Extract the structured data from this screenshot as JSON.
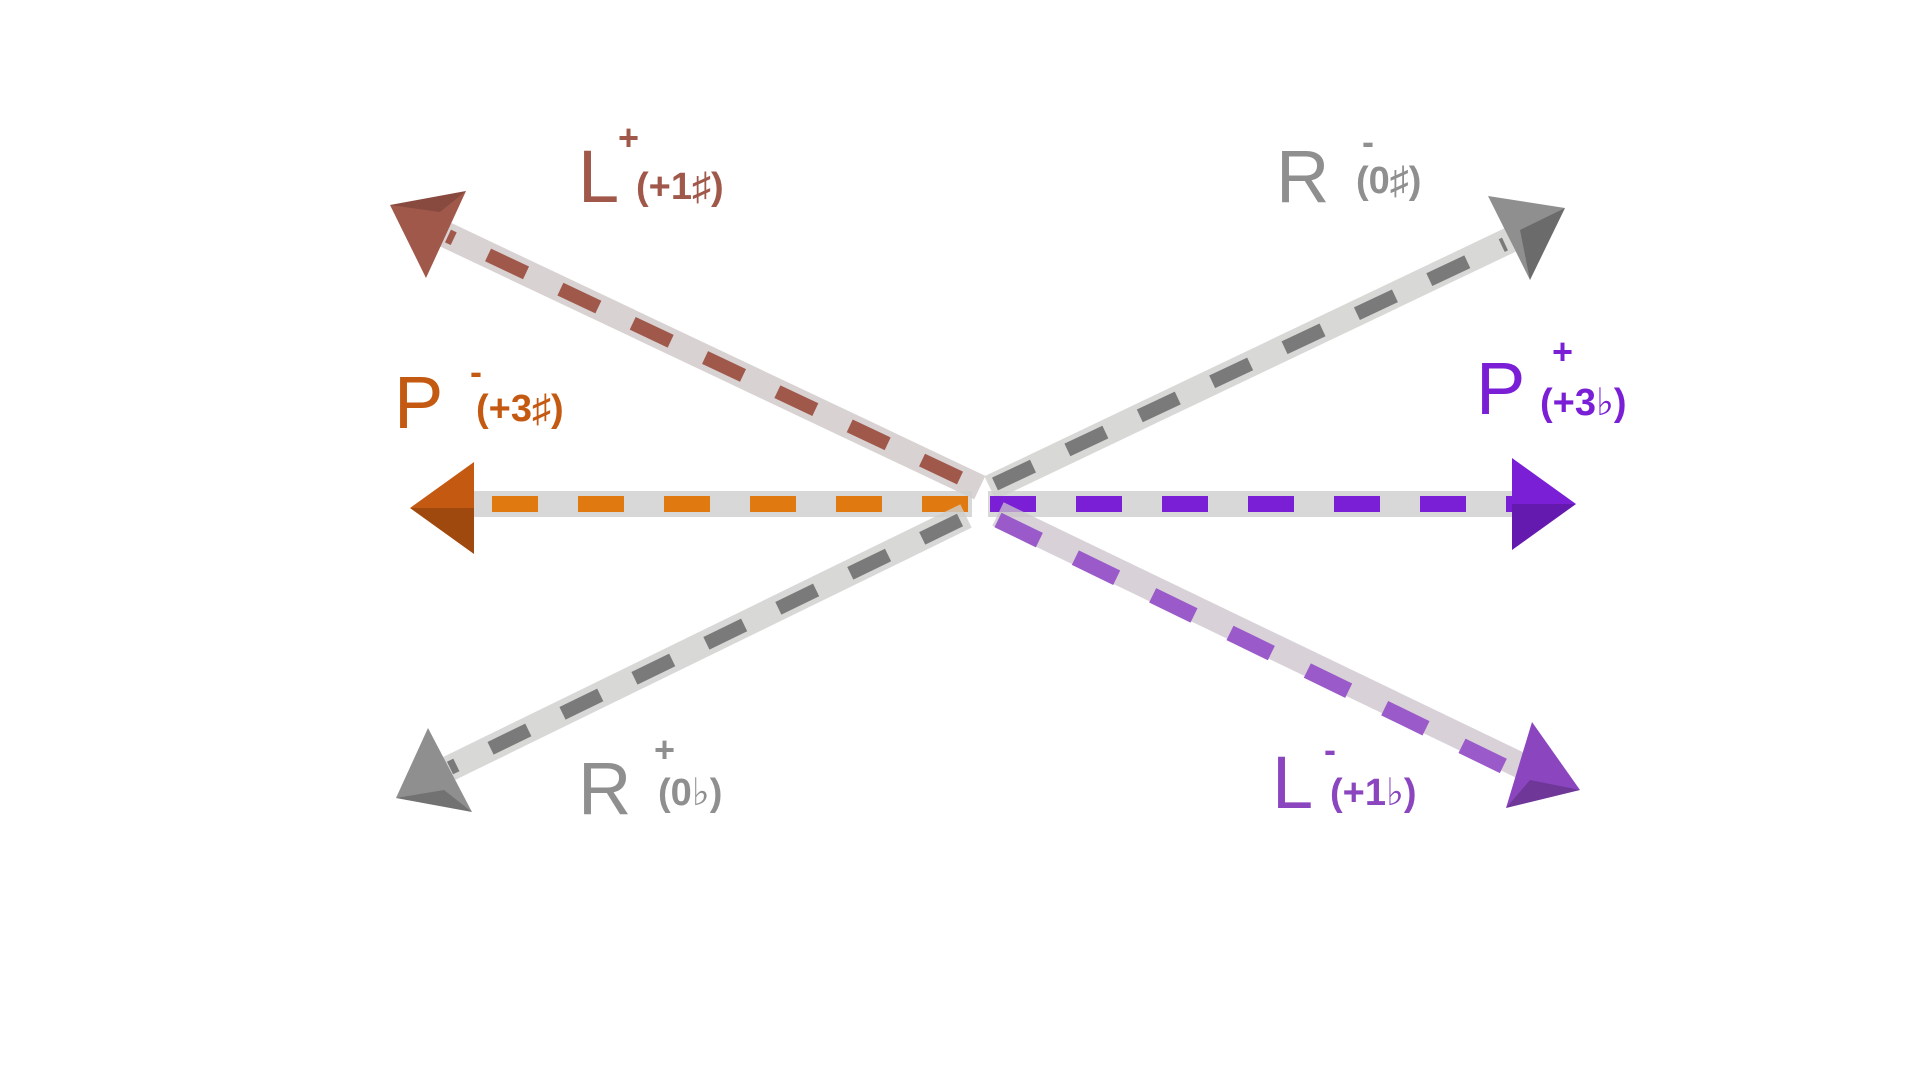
{
  "colors": {
    "L_plus": "#a0584a",
    "R_minus": "#8f8f8f",
    "P_minus": "#c45a12",
    "P_plus": "#7a1fd6",
    "R_plus": "#8f8f8f",
    "L_minus": "#8a45bf",
    "track": "#c8c8c8",
    "dash_gray": "#7a7a7a",
    "dash_brown": "#a0584a",
    "dash_orange": "#e07a10",
    "dash_violet": "#7a1fd6",
    "dash_purple": "#9a5ac9"
  },
  "labels": {
    "L_plus": {
      "letter": "L",
      "sign": "+",
      "sub": "(+1♯)"
    },
    "R_minus": {
      "letter": "R",
      "sign": "-",
      "sub": "(0♯)"
    },
    "P_minus": {
      "letter": "P",
      "sign": "-",
      "sub": "(+3♯)"
    },
    "P_plus": {
      "letter": "P",
      "sign": "+",
      "sub": "(+3♭)"
    },
    "R_plus": {
      "letter": "R",
      "sign": "+",
      "sub": "(0♭)"
    },
    "L_minus": {
      "letter": "L",
      "sign": "-",
      "sub": "(+1♭)"
    }
  }
}
